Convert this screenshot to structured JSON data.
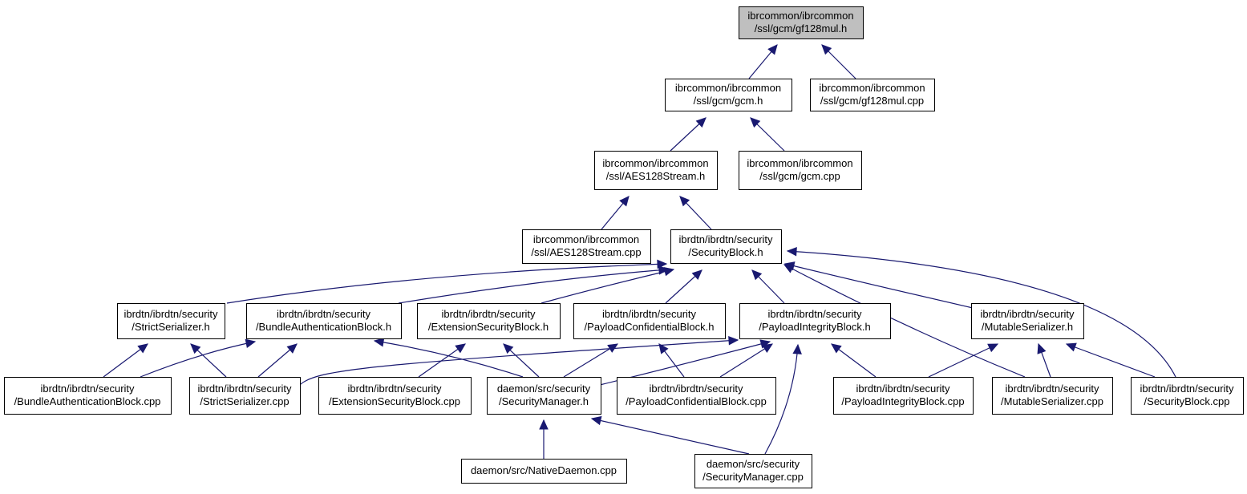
{
  "graph": {
    "nodes": [
      {
        "id": "gf128mul_h",
        "lines": [
          "ibrcommon/ibrcommon",
          "/ssl/gcm/gf128mul.h"
        ],
        "highlight": true
      },
      {
        "id": "gcm_h",
        "lines": [
          "ibrcommon/ibrcommon",
          "/ssl/gcm/gcm.h"
        ]
      },
      {
        "id": "gf128mul_cpp",
        "lines": [
          "ibrcommon/ibrcommon",
          "/ssl/gcm/gf128mul.cpp"
        ]
      },
      {
        "id": "aes128stream_h",
        "lines": [
          "ibrcommon/ibrcommon",
          "/ssl/AES128Stream.h"
        ]
      },
      {
        "id": "gcm_cpp",
        "lines": [
          "ibrcommon/ibrcommon",
          "/ssl/gcm/gcm.cpp"
        ]
      },
      {
        "id": "aes128stream_cpp",
        "lines": [
          "ibrcommon/ibrcommon",
          "/ssl/AES128Stream.cpp"
        ]
      },
      {
        "id": "securityblock_h",
        "lines": [
          "ibrdtn/ibrdtn/security",
          "/SecurityBlock.h"
        ]
      },
      {
        "id": "strictserializer_h",
        "lines": [
          "ibrdtn/ibrdtn/security",
          "/StrictSerializer.h"
        ]
      },
      {
        "id": "bab_h",
        "lines": [
          "ibrdtn/ibrdtn/security",
          "/BundleAuthenticationBlock.h"
        ]
      },
      {
        "id": "esb_h",
        "lines": [
          "ibrdtn/ibrdtn/security",
          "/ExtensionSecurityBlock.h"
        ]
      },
      {
        "id": "pcb_h",
        "lines": [
          "ibrdtn/ibrdtn/security",
          "/PayloadConfidentialBlock.h"
        ]
      },
      {
        "id": "pib_h",
        "lines": [
          "ibrdtn/ibrdtn/security",
          "/PayloadIntegrityBlock.h"
        ]
      },
      {
        "id": "mutableserializer_h",
        "lines": [
          "ibrdtn/ibrdtn/security",
          "/MutableSerializer.h"
        ]
      },
      {
        "id": "bab_cpp",
        "lines": [
          "ibrdtn/ibrdtn/security",
          "/BundleAuthenticationBlock.cpp"
        ]
      },
      {
        "id": "strictserializer_cpp",
        "lines": [
          "ibrdtn/ibrdtn/security",
          "/StrictSerializer.cpp"
        ]
      },
      {
        "id": "esb_cpp",
        "lines": [
          "ibrdtn/ibrdtn/security",
          "/ExtensionSecurityBlock.cpp"
        ]
      },
      {
        "id": "securitymanager_h",
        "lines": [
          "daemon/src/security",
          "/SecurityManager.h"
        ]
      },
      {
        "id": "pcb_cpp",
        "lines": [
          "ibrdtn/ibrdtn/security",
          "/PayloadConfidentialBlock.cpp"
        ]
      },
      {
        "id": "pib_cpp",
        "lines": [
          "ibrdtn/ibrdtn/security",
          "/PayloadIntegrityBlock.cpp"
        ]
      },
      {
        "id": "mutableserializer_cpp",
        "lines": [
          "ibrdtn/ibrdtn/security",
          "/MutableSerializer.cpp"
        ]
      },
      {
        "id": "securityblock_cpp",
        "lines": [
          "ibrdtn/ibrdtn/security",
          "/SecurityBlock.cpp"
        ]
      },
      {
        "id": "nativedaemon_cpp",
        "lines": [
          "daemon/src/NativeDaemon.cpp"
        ]
      },
      {
        "id": "securitymanager_cpp",
        "lines": [
          "daemon/src/security",
          "/SecurityManager.cpp"
        ]
      }
    ],
    "edges": [
      {
        "from": "gcm_h",
        "to": "gf128mul_h"
      },
      {
        "from": "gf128mul_cpp",
        "to": "gf128mul_h"
      },
      {
        "from": "aes128stream_h",
        "to": "gcm_h"
      },
      {
        "from": "gcm_cpp",
        "to": "gcm_h"
      },
      {
        "from": "aes128stream_cpp",
        "to": "aes128stream_h"
      },
      {
        "from": "securityblock_h",
        "to": "aes128stream_h"
      },
      {
        "from": "strictserializer_h",
        "to": "securityblock_h"
      },
      {
        "from": "bab_h",
        "to": "securityblock_h"
      },
      {
        "from": "esb_h",
        "to": "securityblock_h"
      },
      {
        "from": "pcb_h",
        "to": "securityblock_h"
      },
      {
        "from": "pib_h",
        "to": "securityblock_h"
      },
      {
        "from": "mutableserializer_h",
        "to": "securityblock_h"
      },
      {
        "from": "mutableserializer_cpp",
        "to": "securityblock_h"
      },
      {
        "from": "securityblock_cpp",
        "to": "securityblock_h"
      },
      {
        "from": "bab_cpp",
        "to": "strictserializer_h"
      },
      {
        "from": "strictserializer_cpp",
        "to": "strictserializer_h"
      },
      {
        "from": "bab_cpp",
        "to": "bab_h"
      },
      {
        "from": "strictserializer_cpp",
        "to": "bab_h"
      },
      {
        "from": "securitymanager_h",
        "to": "bab_h"
      },
      {
        "from": "esb_cpp",
        "to": "esb_h"
      },
      {
        "from": "securitymanager_h",
        "to": "esb_h"
      },
      {
        "from": "securitymanager_h",
        "to": "pcb_h"
      },
      {
        "from": "pcb_cpp",
        "to": "pcb_h"
      },
      {
        "from": "strictserializer_cpp",
        "to": "pib_h"
      },
      {
        "from": "securitymanager_h",
        "to": "pib_h"
      },
      {
        "from": "pcb_cpp",
        "to": "pib_h"
      },
      {
        "from": "pib_cpp",
        "to": "pib_h"
      },
      {
        "from": "securitymanager_cpp",
        "to": "pib_h"
      },
      {
        "from": "pib_cpp",
        "to": "mutableserializer_h"
      },
      {
        "from": "mutableserializer_cpp",
        "to": "mutableserializer_h"
      },
      {
        "from": "securityblock_cpp",
        "to": "mutableserializer_h"
      },
      {
        "from": "nativedaemon_cpp",
        "to": "securitymanager_h"
      },
      {
        "from": "securitymanager_cpp",
        "to": "securitymanager_h"
      }
    ]
  }
}
